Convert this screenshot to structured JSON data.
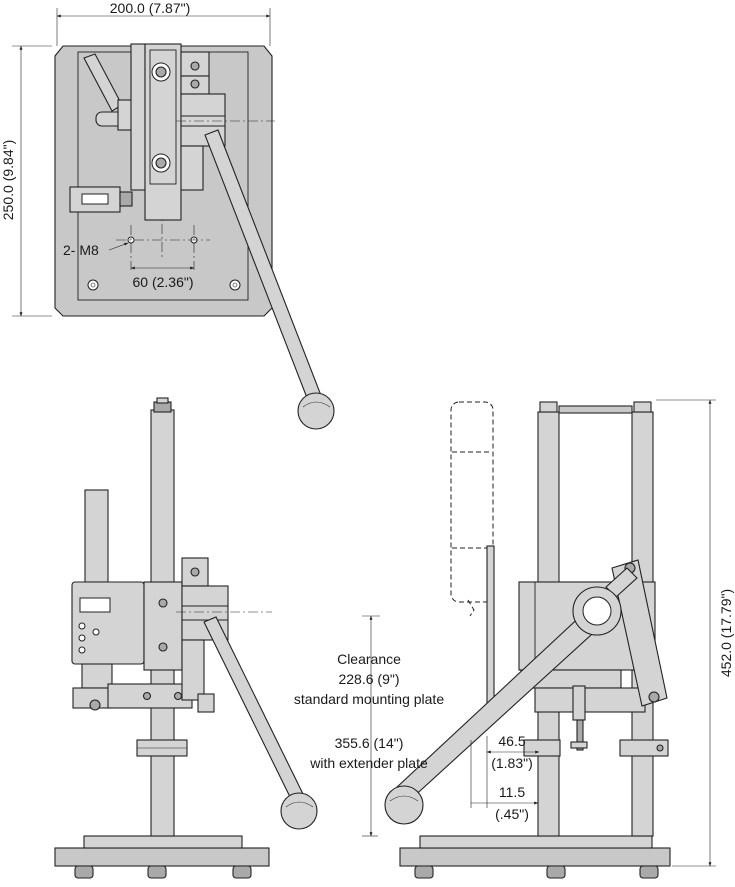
{
  "top_view": {
    "width_dim": "200.0 (7.87\")",
    "height_dim": "250.0 (9.84\")",
    "hole_label": "2- M8",
    "hole_spacing": "60 (2.36\")"
  },
  "side_view": {
    "clearance_title": "Clearance",
    "clearance_standard_value": "228.6 (9\")",
    "clearance_standard_note": "standard mounting plate",
    "clearance_extender_value": "355.6 (14\")",
    "clearance_extender_note": "with extender plate",
    "offset_dim_mm": "46.5",
    "offset_dim_in": "(1.83\")",
    "offset2_dim_mm": "11.5",
    "offset2_dim_in": "(.45\")",
    "total_height": "452.0 (17.79\")"
  },
  "colors": {
    "part_fill": "#d4d4d4",
    "dark_fill": "#a9a9a9",
    "outline": "#222222"
  }
}
